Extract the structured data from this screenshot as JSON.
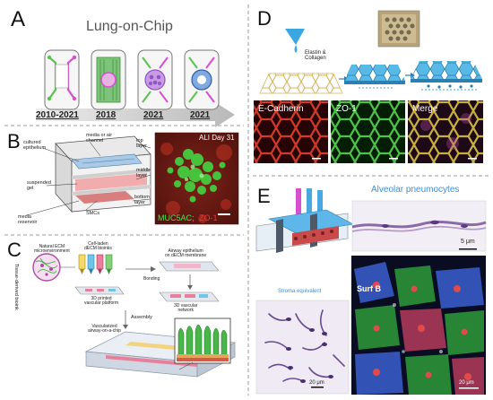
{
  "panels": {
    "a": {
      "label": "A",
      "title": "Lung-on-Chip",
      "years": [
        "2010-2021",
        "2018",
        "2021",
        "2021"
      ]
    },
    "b": {
      "label": "B",
      "labels": {
        "cultured_epithelium": "cultured\nepithelium",
        "media_channel": "media or air\nchannel",
        "top_layer": "top\nlayer",
        "suspended_gel": "suspended\ngel",
        "middle_layer": "middle\nlayer",
        "bottom_layer": "bottom\nlayer",
        "media_reservoir": "media\nreservoir",
        "smcs": "SMCs"
      },
      "micro": {
        "timepoint": "ALI Day 31",
        "stain1": "MUC5AC;",
        "stain2": "ZO-1"
      }
    },
    "c": {
      "label": "C",
      "labels": {
        "tissue": "Tissue-derived bioink",
        "natural_ecm": "Natural ECM\nmicroenvironment",
        "cell_laden": "Cell-laden\ndECM bioinks",
        "airway_epi": "Airway epithelium\non dECM membrane",
        "bonding": "Bonding",
        "printed_platform": "3D printed\nvascular platform",
        "vascular_network": "3D vascular\nnetwork",
        "assembly": "Assembly",
        "vascularized": "Vascularized\nairway-on-a-chip"
      }
    },
    "d": {
      "label": "D",
      "labels": {
        "elastin": "Elastin &\nCollagen"
      },
      "stains": [
        "E-Cadherin",
        "ZO-1",
        "Merge"
      ]
    },
    "e": {
      "label": "E",
      "labels": {
        "alveolar": "Alveolar pneumocytes",
        "stroma": "Stroma equivalent",
        "scale_top": "5 μm",
        "scale_left": "20 μm",
        "scale_right": "20 μm",
        "surf_b": "Surf B"
      }
    }
  },
  "colors": {
    "magenta": "#d84fd0",
    "green": "#44b54a",
    "dashed": "#9a9a9a",
    "title_blue": "#3a8fd6",
    "arrow_gray": "#c4c4c4"
  }
}
